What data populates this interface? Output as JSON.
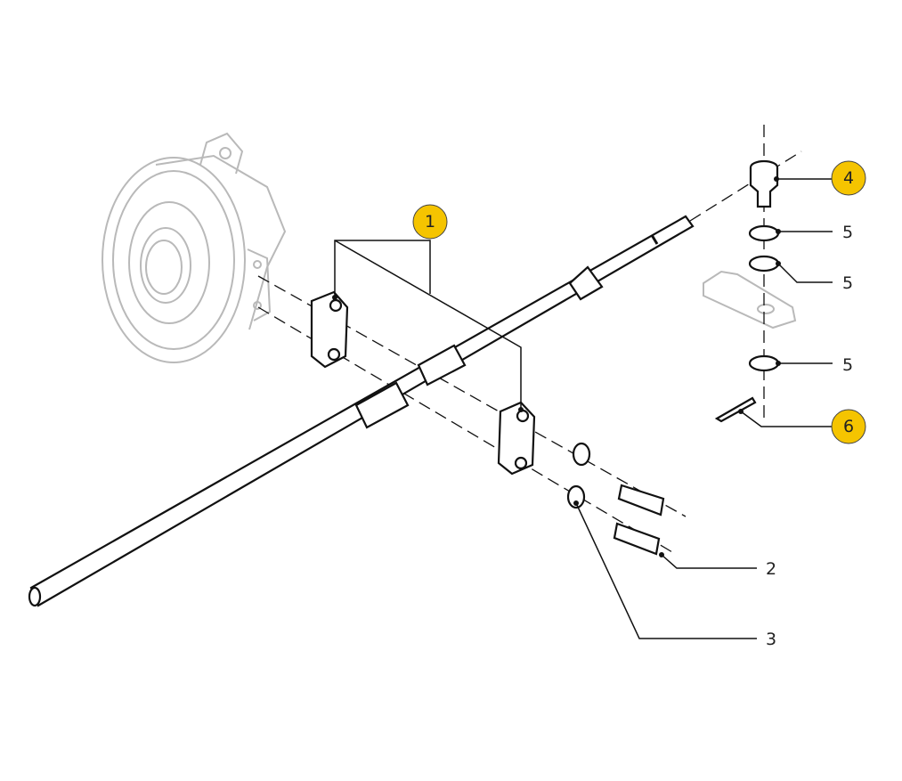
{
  "diagram": {
    "callouts": [
      {
        "number": "1",
        "style": "badge"
      },
      {
        "number": "2",
        "style": "plain"
      },
      {
        "number": "3",
        "style": "plain"
      },
      {
        "number": "4",
        "style": "badge"
      },
      {
        "number": "5",
        "style": "plain"
      },
      {
        "number": "5",
        "style": "plain"
      },
      {
        "number": "5",
        "style": "plain"
      },
      {
        "number": "6",
        "style": "badge"
      }
    ],
    "colors": {
      "badge": "#F5C400",
      "line": "#111111",
      "context_part": "#B9B9B9"
    }
  }
}
